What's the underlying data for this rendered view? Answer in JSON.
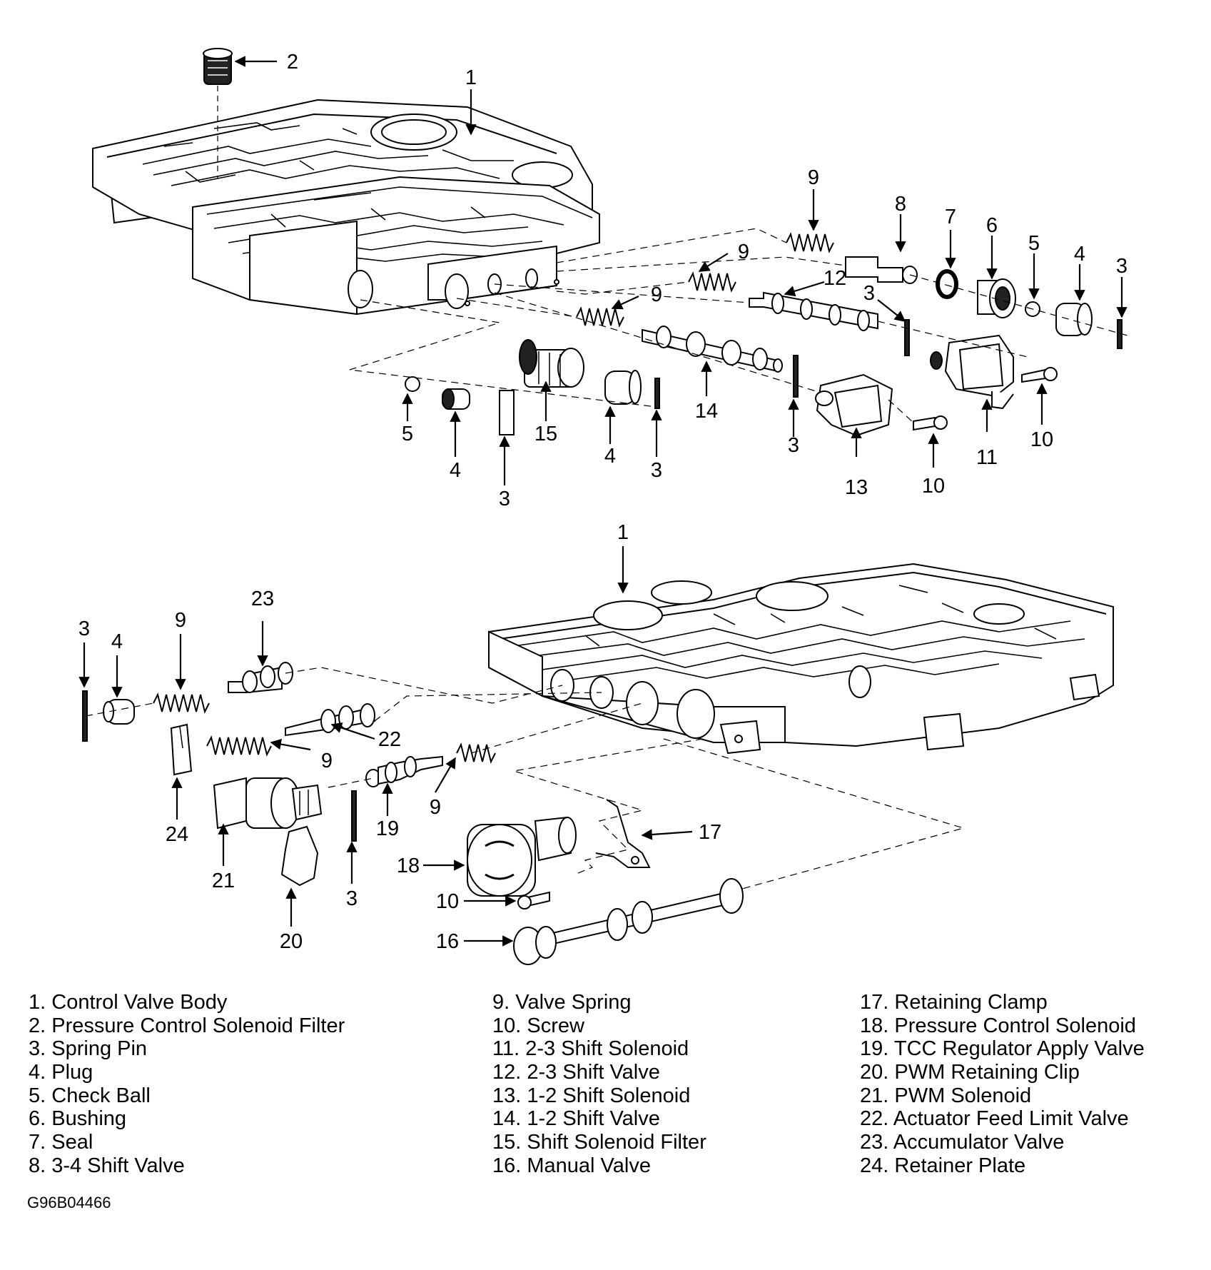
{
  "figure_id": "G96B04466",
  "legend": [
    {
      "num": "1",
      "label": "Control Valve Body"
    },
    {
      "num": "2",
      "label": "Pressure Control Solenoid Filter"
    },
    {
      "num": "3",
      "label": "Spring Pin"
    },
    {
      "num": "4",
      "label": "Plug"
    },
    {
      "num": "5",
      "label": "Check Ball"
    },
    {
      "num": "6",
      "label": "Bushing"
    },
    {
      "num": "7",
      "label": "Seal"
    },
    {
      "num": "8",
      "label": "3-4 Shift Valve"
    },
    {
      "num": "9",
      "label": "Valve Spring"
    },
    {
      "num": "10",
      "label": "Screw"
    },
    {
      "num": "11",
      "label": "2-3 Shift Solenoid"
    },
    {
      "num": "12",
      "label": "2-3 Shift Valve"
    },
    {
      "num": "13",
      "label": "1-2 Shift Solenoid"
    },
    {
      "num": "14",
      "label": "1-2 Shift Valve"
    },
    {
      "num": "15",
      "label": "Shift Solenoid Filter"
    },
    {
      "num": "16",
      "label": "Manual Valve"
    },
    {
      "num": "17",
      "label": "Retaining Clamp"
    },
    {
      "num": "18",
      "label": "Pressure Control Solenoid"
    },
    {
      "num": "19",
      "label": "TCC Regulator Apply Valve"
    },
    {
      "num": "20",
      "label": "PWM Retaining Clip"
    },
    {
      "num": "21",
      "label": "PWM Solenoid"
    },
    {
      "num": "22",
      "label": "Actuator Feed Limit Valve"
    },
    {
      "num": "23",
      "label": "Accumulator Valve"
    },
    {
      "num": "24",
      "label": "Retainer Plate"
    }
  ],
  "callouts": {
    "top": [
      "1",
      "2",
      "9",
      "8",
      "7",
      "6",
      "5",
      "4",
      "3",
      "9",
      "12",
      "3",
      "9",
      "5",
      "4",
      "3",
      "15",
      "4",
      "3",
      "14",
      "3",
      "13",
      "10",
      "11",
      "10"
    ],
    "bottom": [
      "1",
      "23",
      "3",
      "4",
      "9",
      "22",
      "9",
      "24",
      "9",
      "19",
      "21",
      "3",
      "20",
      "17",
      "18",
      "10",
      "16"
    ]
  }
}
